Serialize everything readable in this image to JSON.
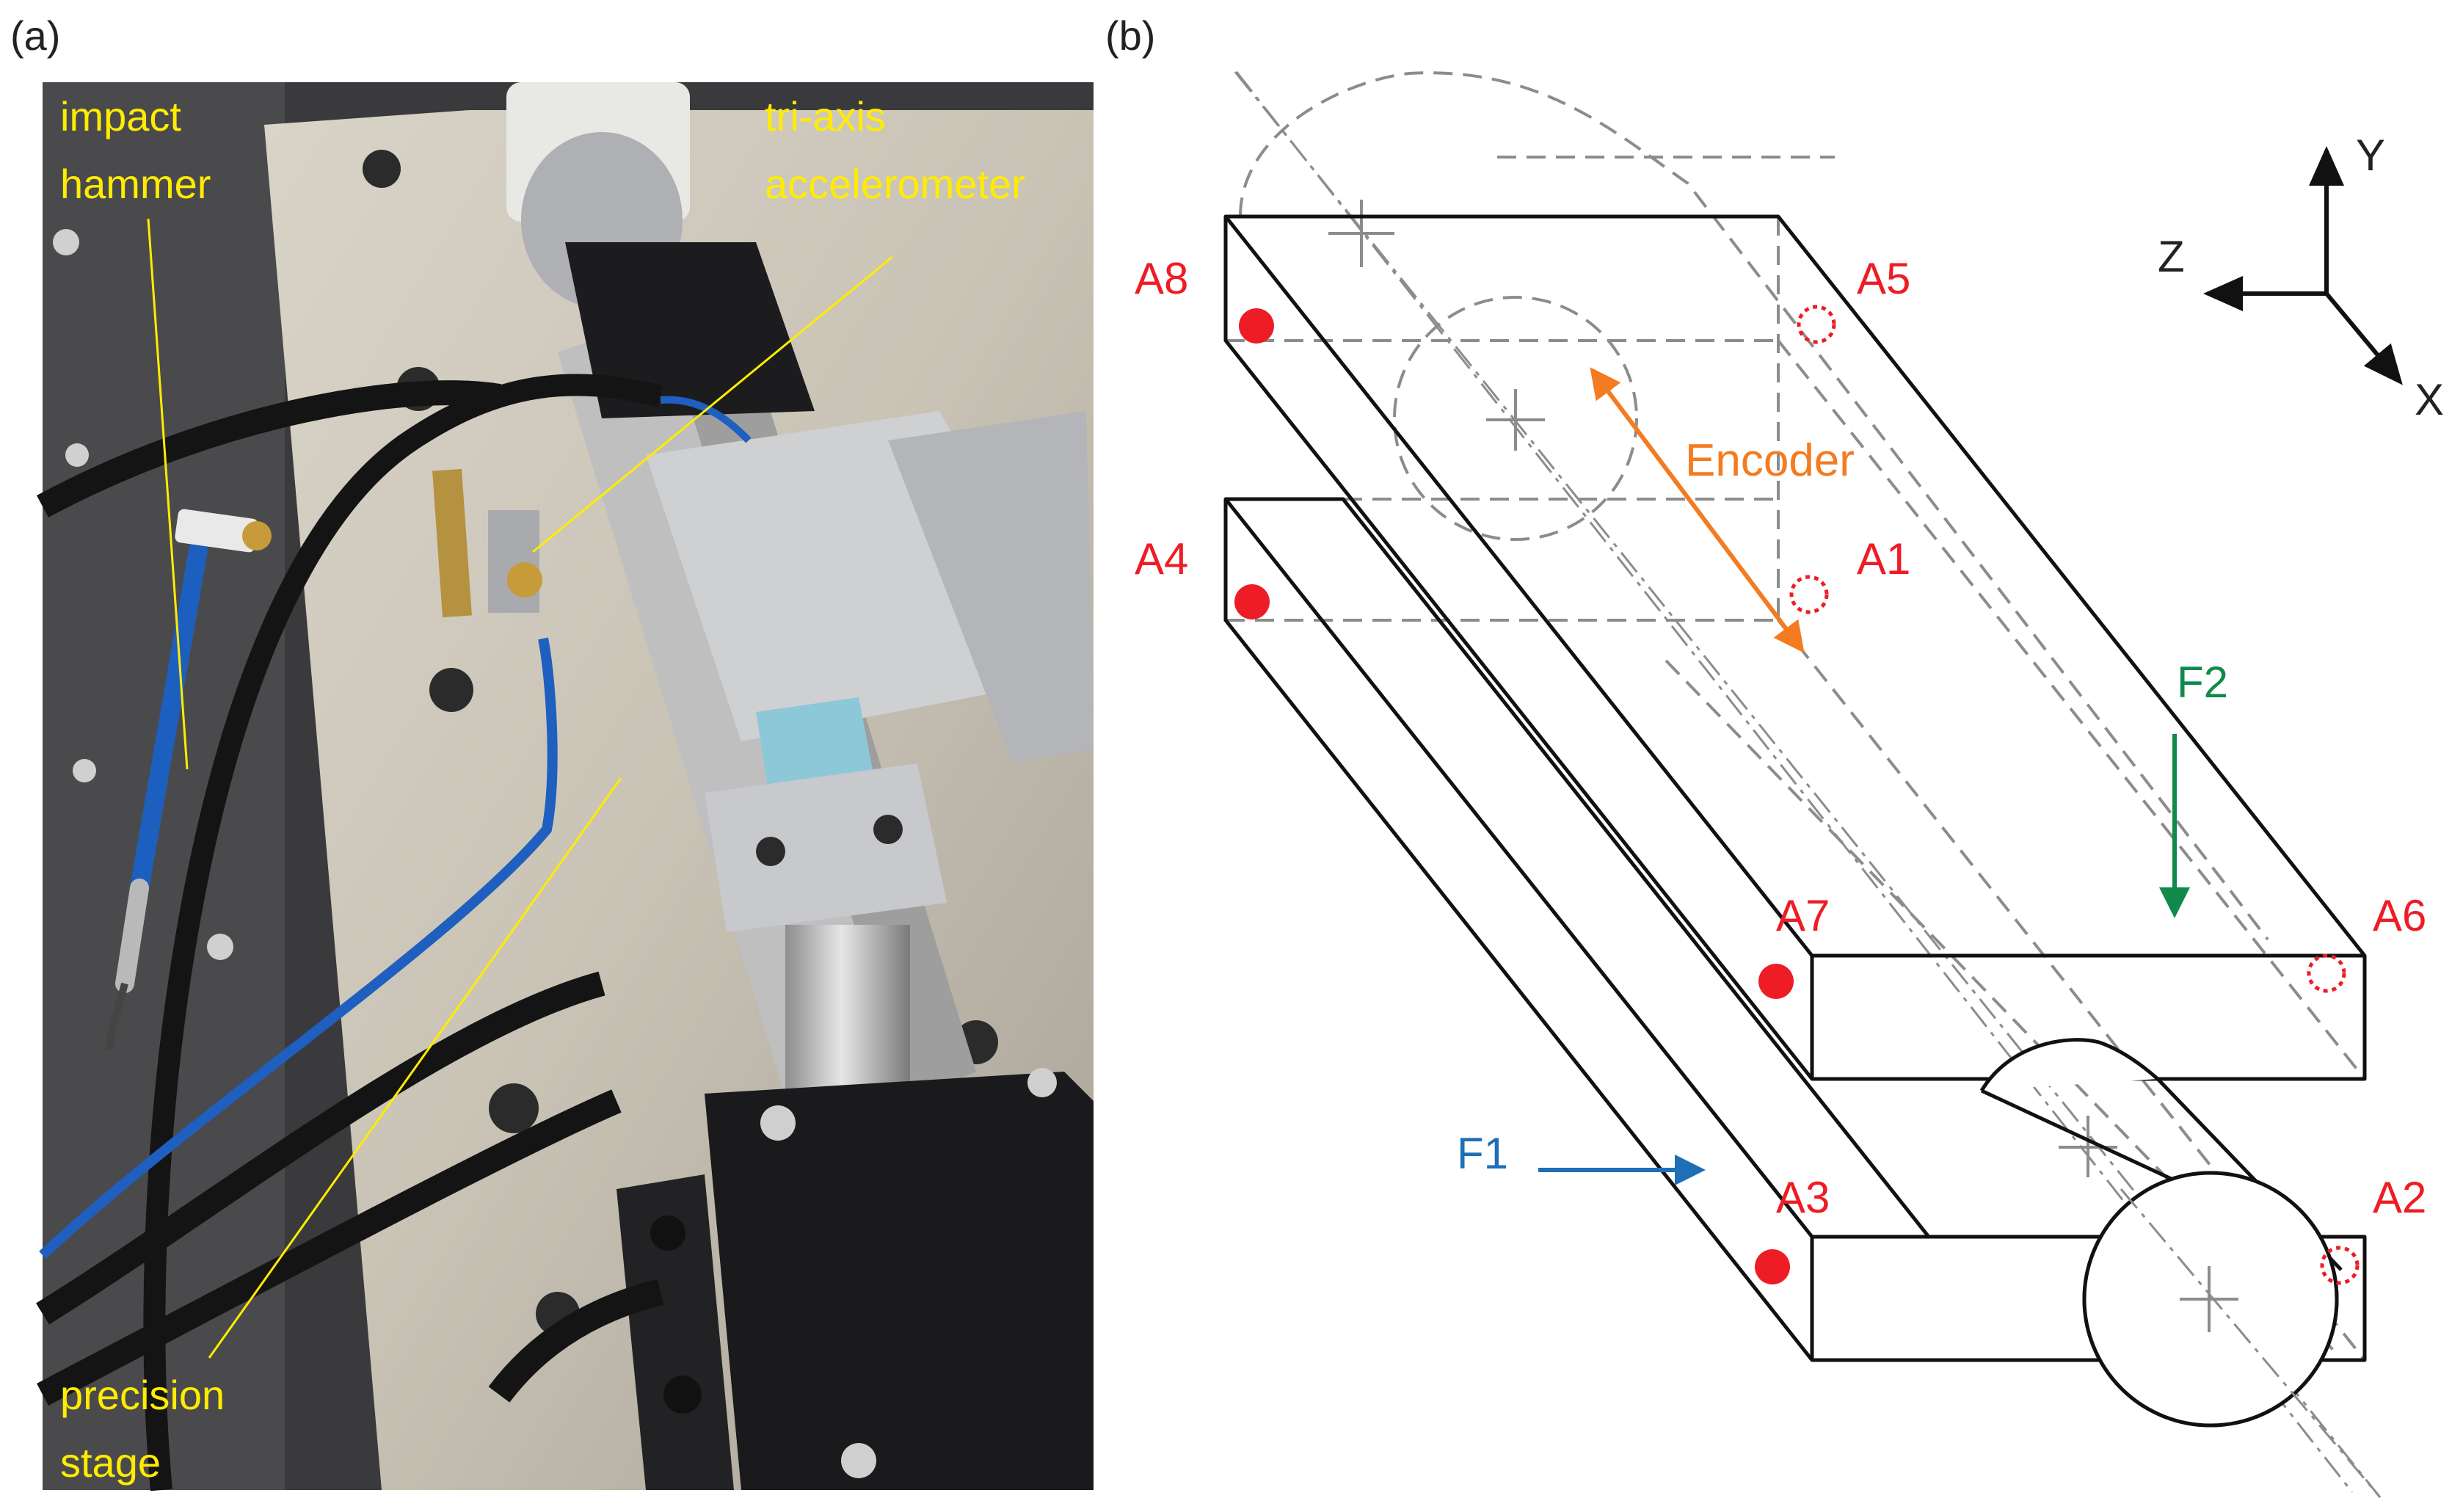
{
  "figure": {
    "panel_a_label": "(a)",
    "panel_b_label": "(b)"
  },
  "photo": {
    "labels": {
      "impact_hammer_line1": "impact",
      "impact_hammer_line2": "hammer",
      "accelerometer_line1": "tri-axis",
      "accelerometer_line2": "accelerometer",
      "stage_line1": "precision",
      "stage_line2": "stage"
    },
    "label_color": "#ffec00"
  },
  "diagram": {
    "accelerometers": {
      "A1": "A1",
      "A2": "A2",
      "A3": "A3",
      "A4": "A4",
      "A5": "A5",
      "A6": "A6",
      "A7": "A7",
      "A8": "A8"
    },
    "encoder_label": "Encoder",
    "forces": {
      "F1": "F1",
      "F2": "F2"
    },
    "axes": {
      "x": "X",
      "y": "Y",
      "z": "Z"
    },
    "colors": {
      "accelerometer": "#ee1c25",
      "encoder": "#f47b20",
      "F1": "#1f6fb7",
      "F2": "#0f8a4a",
      "hidden_lines": "#8c8c8c",
      "edges": "#111111"
    }
  }
}
